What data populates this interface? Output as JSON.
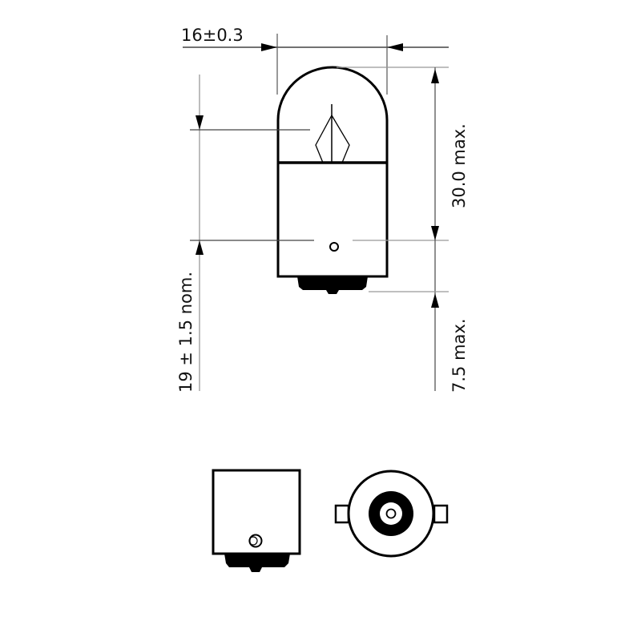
{
  "diagram": {
    "subject": "R5W bulb BA15s dimensional drawing",
    "colors": {
      "outline": "#000000",
      "dimension_line": "#555555",
      "extension_line": "#999999",
      "background": "#ffffff"
    },
    "dimensions": {
      "diameter": "16±0.3",
      "height_max": "30.0 max.",
      "base_max": "7.5 max.",
      "light_center": "19 ± 1.5 nom."
    },
    "views": [
      "side-view-main",
      "side-view-rotated",
      "bottom-view"
    ]
  }
}
